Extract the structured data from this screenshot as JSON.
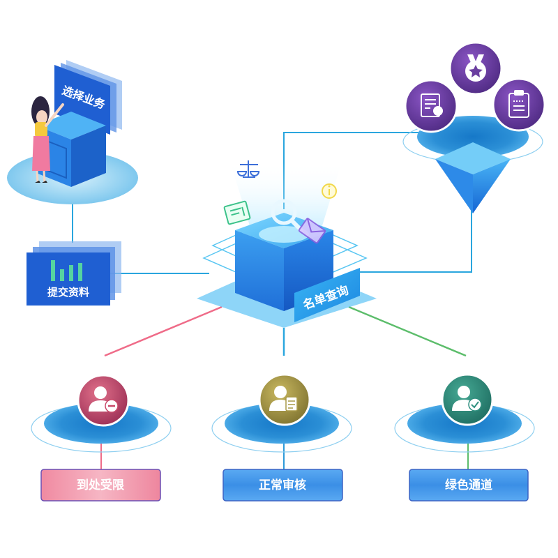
{
  "top_left": {
    "screen_text": "选择业务"
  },
  "left": {
    "board_text": "提交资料"
  },
  "center": {
    "tag_text": "名单查询"
  },
  "outcomes": [
    {
      "label": "到处受限",
      "color": "#e86d87"
    },
    {
      "label": "正常审核",
      "color": "#2d9ad9"
    },
    {
      "label": "绿色通道",
      "color": "#4fb86a"
    }
  ],
  "colors": {
    "primary_blue": "#1b74e4",
    "line_blue": "#2aa6de",
    "line_pink": "#ef6b88",
    "line_green": "#5cbd6b",
    "badge_purple": "#6b3fa0",
    "badge_red": "#c94a6a",
    "badge_olive": "#a99a48",
    "badge_teal": "#2f8f7f"
  },
  "icons": [
    "scale-icon",
    "document-icon",
    "info-icon",
    "mail-icon",
    "medal-icon",
    "certificate-icon",
    "clipboard-icon",
    "user-minus-icon",
    "user-document-icon",
    "user-check-icon",
    "bar-chart-icon"
  ]
}
